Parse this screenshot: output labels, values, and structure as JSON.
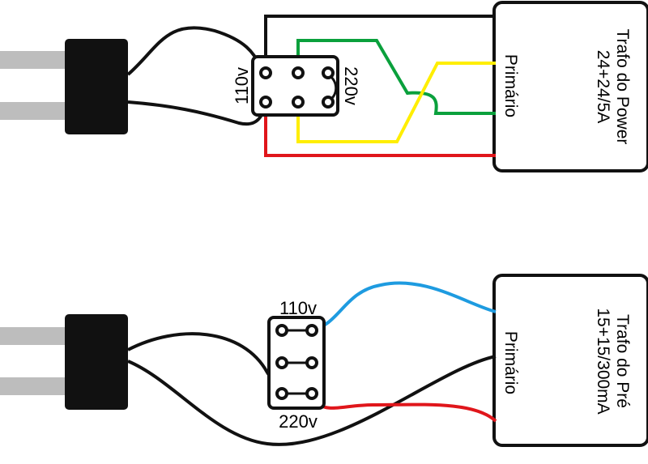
{
  "top": {
    "switch_110_label": "110v",
    "switch_220_label": "220v",
    "transformer_title": "Trafo do Power",
    "transformer_spec": "24+24/5A",
    "primary_label": "Primário"
  },
  "bottom": {
    "switch_110_label": "110v",
    "switch_220_label": "220v",
    "transformer_title": "Trafo do Pré",
    "transformer_spec": "15+15/300mA",
    "primary_label": "Primário"
  },
  "colors": {
    "wire_black": "#111111",
    "wire_green": "#0aa03c",
    "wire_yellow": "#ffee00",
    "wire_red": "#e0161b",
    "wire_blue": "#1e9be0",
    "plug_body": "#111111",
    "plug_prong": "#bdbdbd"
  }
}
